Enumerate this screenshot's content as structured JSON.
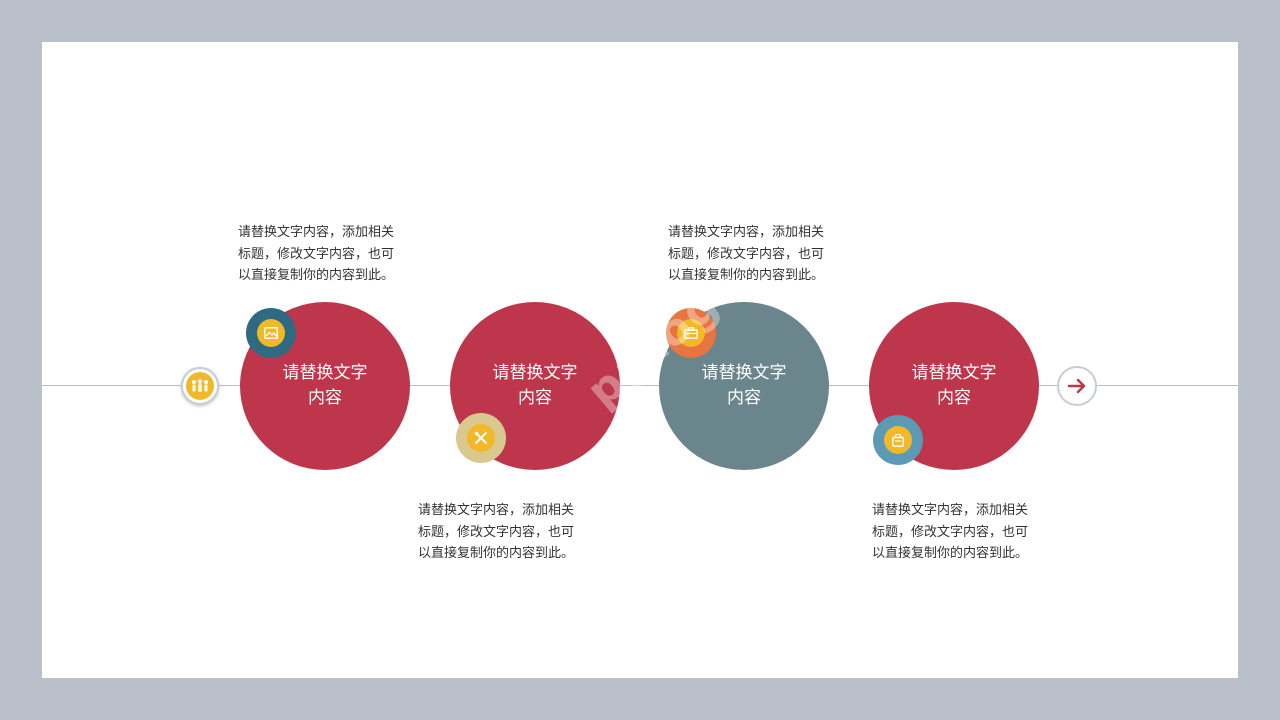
{
  "steps": [
    {
      "circle_text": "请替换文字内容",
      "description": "请替换文字内容，添加相关标题，修改文字内容，也可以直接复制你的内容到此。",
      "circle_color": "#be364c",
      "badge_color": "#2e6b83",
      "icon": "image-icon"
    },
    {
      "circle_text": "请替换文字内容",
      "description": "请替换文字内容，添加相关标题，修改文字内容，也可以直接复制你的内容到此。",
      "circle_color": "#be364c",
      "badge_color": "#d9c98e",
      "icon": "tools-icon"
    },
    {
      "circle_text": "请替换文字内容",
      "description": "请替换文字内容，添加相关标题，修改文字内容，也可以直接复制你的内容到此。",
      "circle_color": "#6b858d",
      "badge_color": "#e8743f",
      "icon": "briefcase-icon"
    },
    {
      "circle_text": "请替换文字内容",
      "description": "请替换文字内容，添加相关标题，修改文字内容，也可以直接复制你的内容到此。",
      "circle_color": "#be364c",
      "badge_color": "#5a9ab4",
      "icon": "shopping-bag-icon"
    }
  ],
  "start_icon": "people-icon",
  "end_icon": "arrow-right-icon",
  "colors": {
    "background": "#b9c0c9",
    "slide": "#ffffff",
    "accent_yellow": "#f2b827",
    "arrow": "#be364c"
  },
  "watermark": "pptogo"
}
